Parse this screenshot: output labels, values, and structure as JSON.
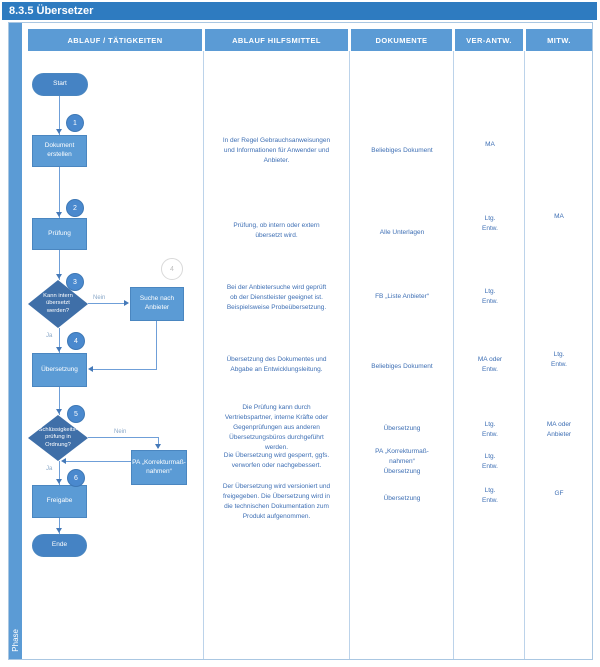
{
  "title": "8.3.5 Übersetzer",
  "phase_label": "Phase",
  "columns": {
    "c1": "ABLAUF / TÄTIGKEITEN",
    "c2": "ABLAUF HILFSMITTEL",
    "c3": "DOKUMENTE",
    "c4": "VER-ANTW.",
    "c5": "MITW."
  },
  "flow": {
    "start": "Start",
    "end": "Ende",
    "yes": "Ja",
    "no": "Nein",
    "steps": {
      "s1": {
        "num": "1",
        "label": "Dokument\nerstellen"
      },
      "s2": {
        "num": "2",
        "label": "Prüfung"
      },
      "s3": {
        "num": "3",
        "label": "Kann intern\nübersetzt\nwerden?"
      },
      "s3a": {
        "num": "4",
        "label": "Suche nach\nAnbieter"
      },
      "s4": {
        "num": "4",
        "label": "Übersetzung"
      },
      "s5": {
        "num": "5",
        "label": "Schlüssigkeits-\nprüfung in\nOrdnung?"
      },
      "s5a": {
        "label": "PA „Korrekturmaß-\nnahmen“"
      },
      "s6": {
        "num": "6",
        "label": "Freigabe"
      }
    }
  },
  "rows": [
    {
      "hilfsmittel": "In der Regel Gebrauchsanweisungen\nund Informationen für Anwender und\nAnbieter.",
      "dokumente": "Beliebiges Dokument",
      "verantw": "MA",
      "mitw": ""
    },
    {
      "hilfsmittel": "Prüfung, ob intern oder extern\nübersetzt wird.",
      "dokumente": "Alle Unterlagen",
      "verantw": "Ltg.\nEntw.",
      "mitw": "MA"
    },
    {
      "hilfsmittel": "Bei der Anbietersuche wird geprüft\nob der Dienstleister geeignet ist.\nBeispielsweise Probeübersetzung.",
      "dokumente": "FB „Liste Anbieter“",
      "verantw": "Ltg.\nEntw.",
      "mitw": ""
    },
    {
      "hilfsmittel": "Übersetzung des Dokumentes und\nAbgabe an Entwicklungsleitung.",
      "dokumente": "Beliebiges Dokument",
      "verantw": "MA oder\nEntw.",
      "mitw": "Ltg.\nEntw."
    },
    {
      "hilfsmittel": "Die Prüfung kann durch\nVertriebspartner, interne Kräfte oder\nGegenprüfungen aus anderen\nÜbersetzungsbüros durchgeführt\nwerden.",
      "dokumente": "Übersetzung",
      "verantw": "Ltg.\nEntw.",
      "mitw": "MA oder\nAnbieter"
    },
    {
      "hilfsmittel": "Die Übersetzung wird gesperrt, ggfs.\nverworfen oder nachgebessert.",
      "dokumente": "PA „Korrekturmaß-\nnahmen“\nÜbersetzung",
      "verantw": "Ltg.\nEntw.",
      "mitw": ""
    },
    {
      "hilfsmittel": "Der Übersetzung wird versioniert und\nfreigegeben. Die Übersetzung wird in\ndie technischen Dokumentation zum\nProdukt aufgenommen.",
      "dokumente": "Übersetzung",
      "verantw": "Ltg.\nEntw.",
      "mitw": "GF"
    }
  ],
  "colors": {
    "title_bar": "#2e7bc0",
    "header": "#5b9bd5",
    "process_box": "#5b9bd5",
    "decision": "#3f6fa8",
    "terminator": "#4583c4",
    "text_blue": "#3e6fb4"
  }
}
